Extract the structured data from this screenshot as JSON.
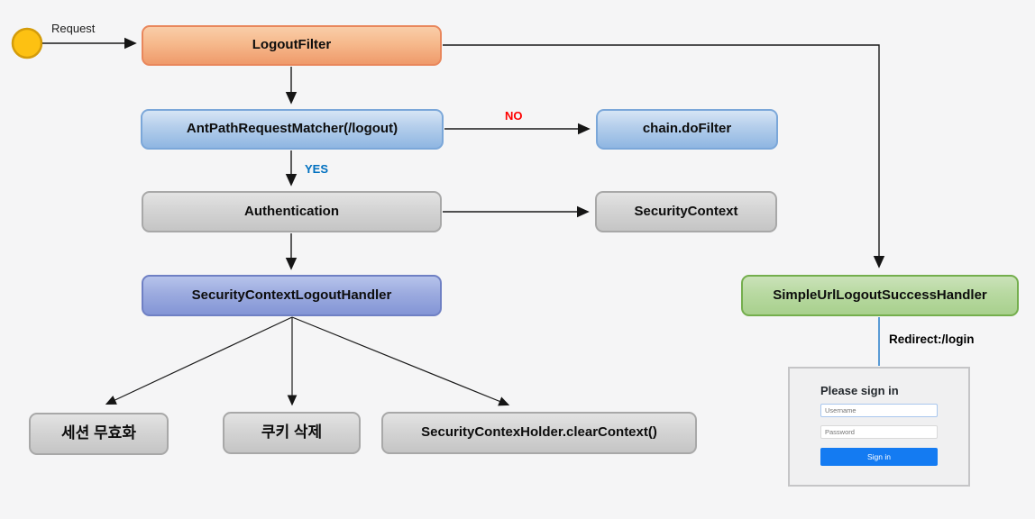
{
  "diagram": {
    "title_semantic": "Spring Security logout flow",
    "edge_labels": {
      "request": "Request",
      "no": "NO",
      "yes": "YES",
      "redirect": "Redirect:/login"
    },
    "nodes": {
      "logoutFilter": {
        "label": "LogoutFilter"
      },
      "antPathRequestMatcher": {
        "label": "AntPathRequestMatcher(/logout)"
      },
      "chainDoFilter": {
        "label": "chain.doFilter"
      },
      "authentication": {
        "label": "Authentication"
      },
      "securityContext": {
        "label": "SecurityContext"
      },
      "securityContextLogoutHandler": {
        "label": "SecurityContextLogoutHandler"
      },
      "sessionInvalidation": {
        "label": "세션 무효화"
      },
      "cookieDeletion": {
        "label": "쿠키 삭제"
      },
      "clearContext": {
        "label": "SecurityContexHolder.clearContext()"
      },
      "simpleUrlLogoutSuccessHandler": {
        "label": "SimpleUrlLogoutSuccessHandler"
      }
    },
    "colors": {
      "no_label": "#fe0000",
      "yes_label": "#0070c0",
      "redirect_connector": "#5b9bd5",
      "start_circle": "#fdc112",
      "orange_node_border": "#e9875c",
      "blue_node_border": "#7ba7d9",
      "green_node_border": "#74ad4d"
    }
  },
  "login_form": {
    "title": "Please sign in",
    "username_placeholder": "Username",
    "password_placeholder": "Password",
    "sign_in_label": "Sign in"
  }
}
